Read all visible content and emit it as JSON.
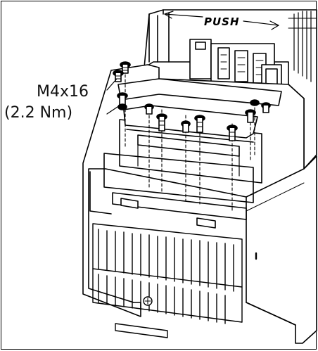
{
  "figure": {
    "push_label": "PUSH",
    "screw_spec": {
      "size": "M4x16",
      "torque": "(2.2 Nm)"
    }
  }
}
